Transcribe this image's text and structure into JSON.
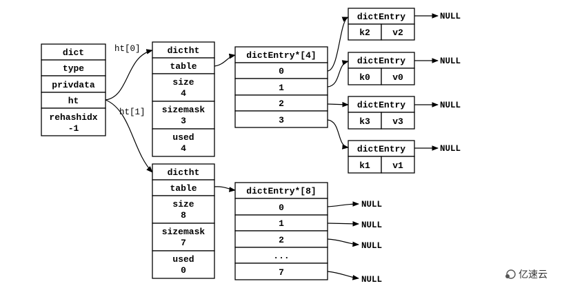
{
  "dict": {
    "title": "dict",
    "fields": [
      "type",
      "privdata",
      "ht"
    ],
    "rehashidx_label": "rehashidx",
    "rehashidx_value": "-1"
  },
  "edge_labels": {
    "ht0": "ht[0]",
    "ht1": "ht[1]"
  },
  "ht0": {
    "title": "dictht",
    "table": "table",
    "size_label": "size",
    "size_value": "4",
    "sizemask_label": "sizemask",
    "sizemask_value": "3",
    "used_label": "used",
    "used_value": "4"
  },
  "ht1": {
    "title": "dictht",
    "table": "table",
    "size_label": "size",
    "size_value": "8",
    "sizemask_label": "sizemask",
    "sizemask_value": "7",
    "used_label": "used",
    "used_value": "0"
  },
  "table4": {
    "title": "dictEntry*[4]",
    "rows": [
      "0",
      "1",
      "2",
      "3"
    ]
  },
  "table8": {
    "title": "dictEntry*[8]",
    "rows": [
      "0",
      "1",
      "2",
      "...",
      "7"
    ]
  },
  "entries": [
    {
      "title": "dictEntry",
      "key": "k2",
      "value": "v2",
      "next": "NULL"
    },
    {
      "title": "dictEntry",
      "key": "k0",
      "value": "v0",
      "next": "NULL"
    },
    {
      "title": "dictEntry",
      "key": "k3",
      "value": "v3",
      "next": "NULL"
    },
    {
      "title": "dictEntry",
      "key": "k1",
      "value": "v1",
      "next": "NULL"
    }
  ],
  "table8_nulls": [
    "NULL",
    "NULL",
    "NULL",
    "NULL"
  ],
  "watermark": "亿速云"
}
